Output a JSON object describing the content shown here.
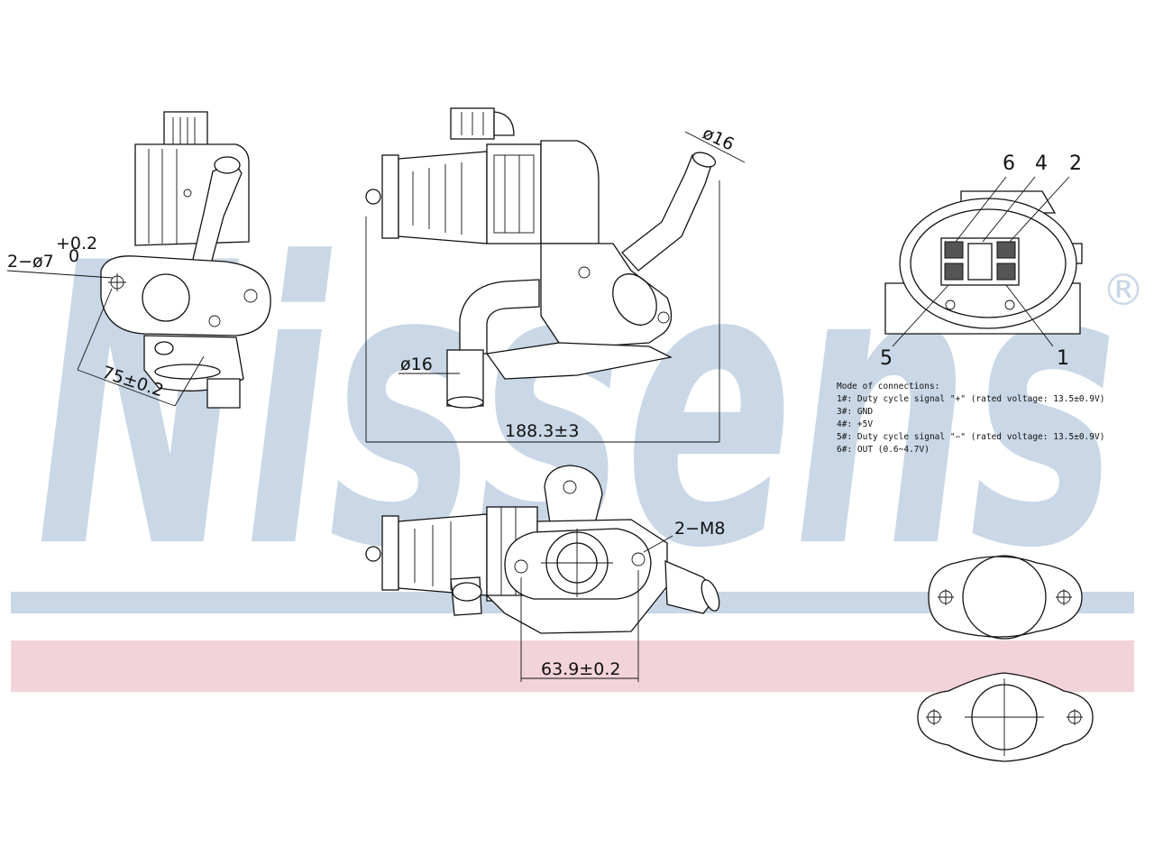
{
  "watermark": {
    "brand": "Nissens",
    "registered": "®",
    "blue": "#c9d7e6",
    "pink": "#f3d3da"
  },
  "dimensions": {
    "hole_diameter": "2−ø7",
    "hole_tol_upper": "+0.2",
    "hole_tol_lower": "0",
    "hole_spacing": "75±0.2",
    "pipe_top": "ø16",
    "pipe_bottom": "ø16",
    "overall_length": "188.3±3",
    "thread": "2−M8",
    "flange_spacing": "63.9±0.2"
  },
  "connector": {
    "pins": [
      "1",
      "2",
      "4",
      "5",
      "6"
    ]
  },
  "connections_note": {
    "title": "Mode of connections:",
    "lines": [
      "1#: Duty cycle signal \"+\" (rated voltage: 13.5±0.9V)",
      "3#: GND",
      "4#: +5V",
      "5#: Duty cycle signal \"−\" (rated voltage: 13.5±0.9V)",
      "6#: OUT (0.6~4.7V)"
    ]
  }
}
